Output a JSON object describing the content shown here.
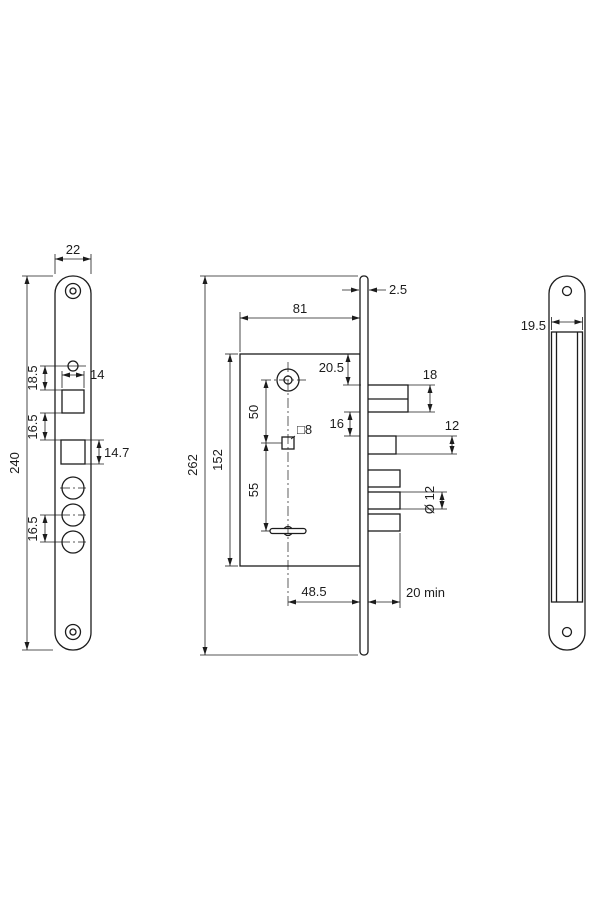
{
  "drawing": {
    "front_view": {
      "dim_plate_width": "22",
      "dim_hole_to_square": "18.5",
      "dim_square_size": "14",
      "dim_square_gap": "16.5",
      "dim_lower_square": "14.7",
      "dim_bolt_spacing": "16.5",
      "dim_total_length": "240"
    },
    "body_view": {
      "dim_plate_thickness": "2.5",
      "dim_case_width": "81",
      "dim_plate_length": "262",
      "dim_case_height": "152",
      "dim_top_to_latch": "20.5",
      "dim_latch_height": "18",
      "dim_latch_to_aux": "16",
      "dim_aux_height": "12",
      "dim_spindle_square": "□8",
      "dim_follower_to_spindle": "50",
      "dim_spindle_to_key": "55",
      "dim_bolt_diameter": "Ø 12",
      "dim_backset": "48.5",
      "dim_bolt_throw": "20 min"
    },
    "side_view": {
      "dim_channel_width": "19.5"
    }
  }
}
